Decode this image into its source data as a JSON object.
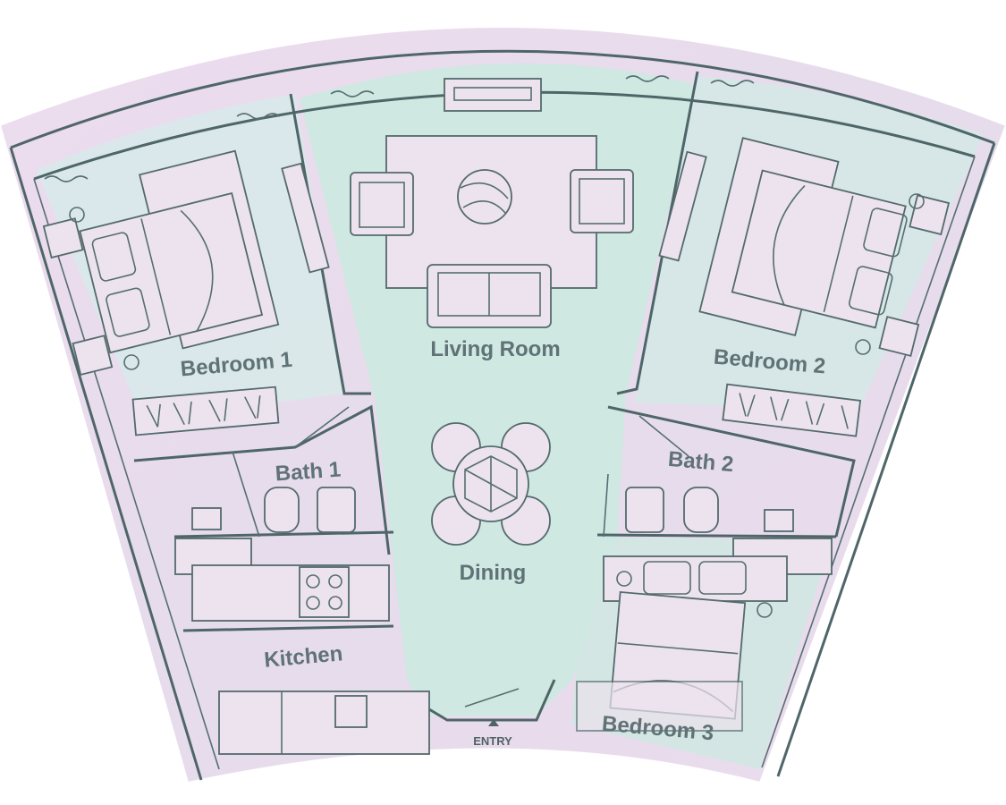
{
  "plan": {
    "rooms": {
      "bedroom1": "Bedroom 1",
      "living": "Living Room",
      "bedroom2": "Bedroom 2",
      "bath1": "Bath 1",
      "bath2": "Bath 2",
      "dining": "Dining",
      "kitchen": "Kitchen",
      "bedroom3": "Bedroom 3",
      "entry": "ENTRY"
    },
    "colors": {
      "lavender": "#eadcec",
      "mint": "#cfe8e2",
      "wall": "#4f6669",
      "label": "#5f7276"
    }
  }
}
